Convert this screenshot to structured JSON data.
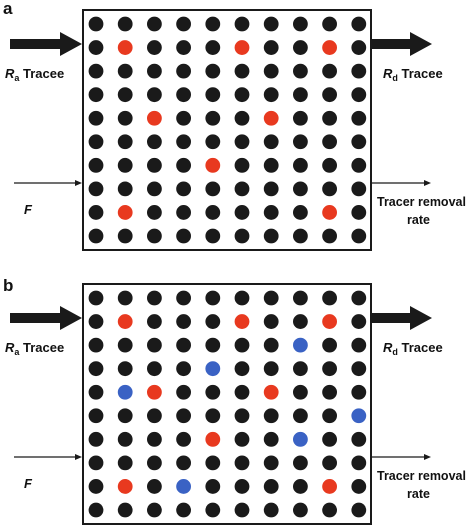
{
  "panels": [
    {
      "letter": "a",
      "inflow_label": {
        "symbol": "R",
        "subscript": "a",
        "text": " Tracee"
      },
      "outflow_label": {
        "symbol": "R",
        "subscript": "d",
        "text": " Tracee"
      },
      "tracer_in_label": "F",
      "tracer_out_label": [
        "Tracer removal",
        "rate"
      ],
      "grid": {
        "rows": 10,
        "cols": 10
      },
      "red_dots": [
        [
          1,
          1
        ],
        [
          1,
          5
        ],
        [
          1,
          8
        ],
        [
          4,
          2
        ],
        [
          4,
          6
        ],
        [
          6,
          4
        ],
        [
          8,
          1
        ],
        [
          8,
          8
        ]
      ],
      "blue_dots": []
    },
    {
      "letter": "b",
      "inflow_label": {
        "symbol": "R",
        "subscript": "a",
        "text": " Tracee"
      },
      "outflow_label": {
        "symbol": "R",
        "subscript": "d",
        "text": " Tracee"
      },
      "tracer_in_label": "F",
      "tracer_out_label": [
        "Tracer removal",
        "rate"
      ],
      "grid": {
        "rows": 10,
        "cols": 10
      },
      "red_dots": [
        [
          1,
          1
        ],
        [
          1,
          5
        ],
        [
          1,
          8
        ],
        [
          4,
          2
        ],
        [
          4,
          6
        ],
        [
          6,
          4
        ],
        [
          8,
          1
        ],
        [
          8,
          8
        ]
      ],
      "blue_dots": [
        [
          2,
          7
        ],
        [
          3,
          4
        ],
        [
          4,
          1
        ],
        [
          5,
          9
        ],
        [
          6,
          7
        ],
        [
          8,
          3
        ]
      ]
    }
  ],
  "colors": {
    "dot_black": "#1a1a1a",
    "dot_red": "#e8391f",
    "dot_blue": "#3a62c4",
    "border": "#1a1a1a"
  }
}
